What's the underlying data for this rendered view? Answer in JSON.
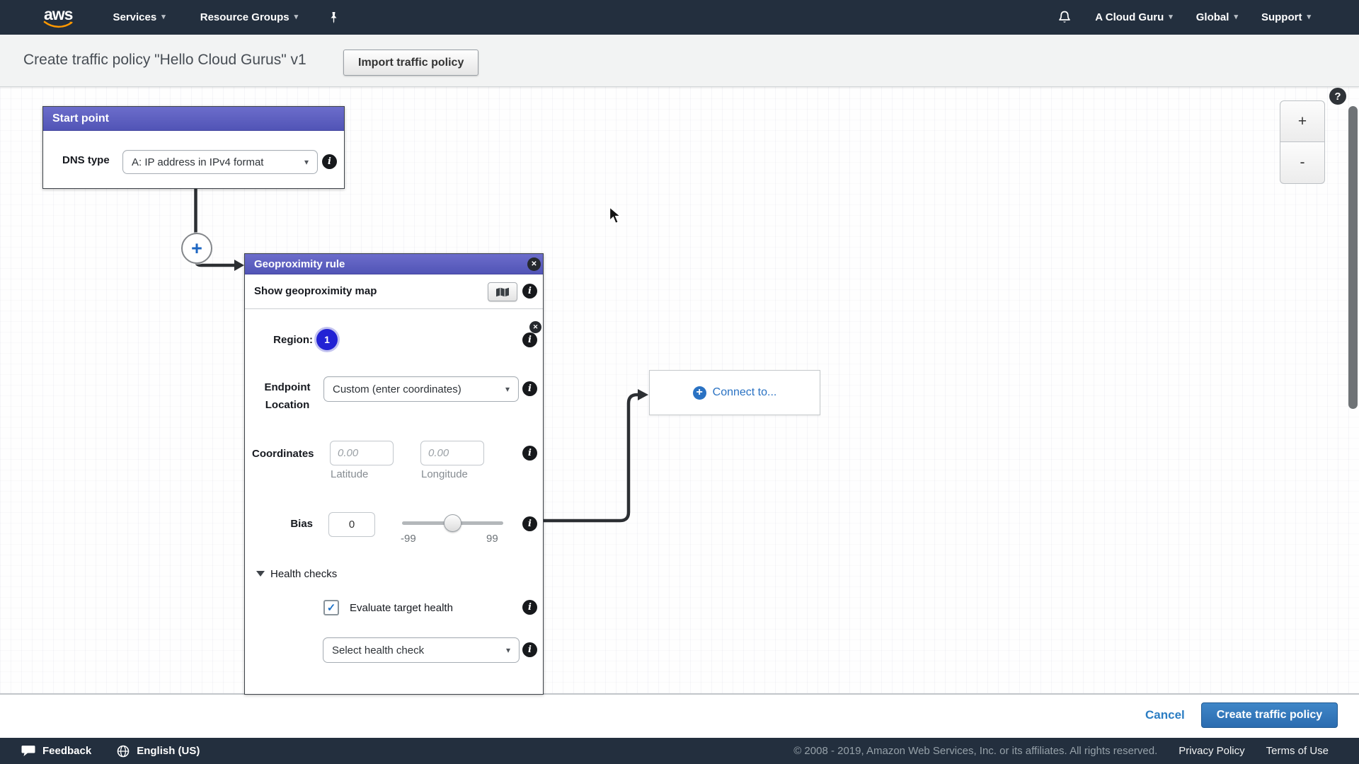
{
  "nav": {
    "logo_text": "aws",
    "services_label": "Services",
    "resource_groups_label": "Resource Groups",
    "account_label": "A Cloud Guru",
    "region_label": "Global",
    "support_label": "Support"
  },
  "header": {
    "title": "Create traffic policy \"Hello Cloud Gurus\" v1",
    "import_button_label": "Import traffic policy"
  },
  "canvas": {
    "start_point": {
      "title": "Start point",
      "dns_type_label": "DNS type",
      "dns_type_value": "A: IP address in IPv4 format"
    },
    "geo_rule": {
      "title": "Geoproximity rule",
      "show_map_label": "Show geoproximity map",
      "region_label": "Region:",
      "region_number": "1",
      "endpoint_label_line1": "Endpoint",
      "endpoint_label_line2": "Location",
      "endpoint_value": "Custom (enter coordinates)",
      "coordinates_label": "Coordinates",
      "latitude_placeholder": "0.00",
      "longitude_placeholder": "0.00",
      "latitude_caption": "Latitude",
      "longitude_caption": "Longitude",
      "bias_label": "Bias",
      "bias_value": "0",
      "bias_min_label": "-99",
      "bias_max_label": "99",
      "health_checks_label": "Health checks",
      "evaluate_target_health_label": "Evaluate target health",
      "health_check_placeholder": "Select health check"
    },
    "connect_box": {
      "label": "Connect to..."
    },
    "zoom_in_label": "+",
    "zoom_out_label": "-"
  },
  "footer": {
    "cancel_label": "Cancel",
    "create_label": "Create traffic policy"
  },
  "bottom_bar": {
    "feedback_label": "Feedback",
    "language_label": "English (US)",
    "copyright": "© 2008 - 2019, Amazon Web Services, Inc. or its affiliates. All rights reserved.",
    "privacy_label": "Privacy Policy",
    "terms_label": "Terms of Use"
  },
  "icons": {
    "info": "i",
    "close": "✕",
    "question": "?",
    "check": "✓",
    "caret": "▾",
    "plus": "+"
  },
  "colors": {
    "nav_bg": "#232f3e",
    "panel_header_purple": "#5b5ec1",
    "accent_blue": "#2a72c3",
    "region_badge_blue": "#2222d4",
    "create_button_blue": "#2d6fb5",
    "logo_orange": "#ff9900"
  }
}
